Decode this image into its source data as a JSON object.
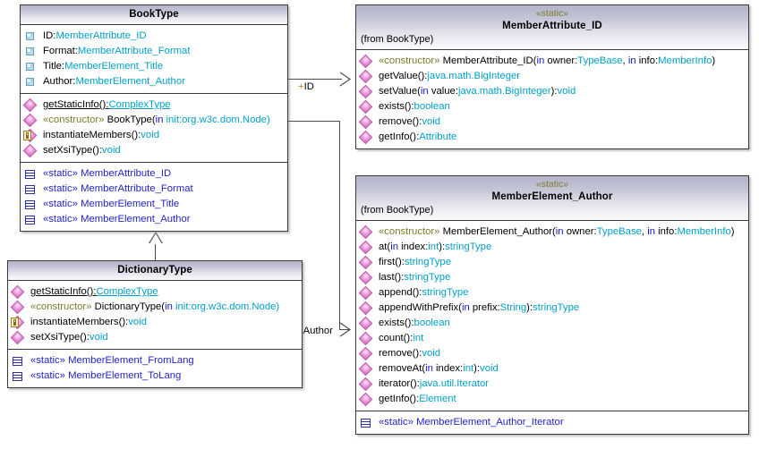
{
  "diagram": {
    "type": "uml-class-diagram",
    "background": "#ffffff",
    "colors": {
      "header_gradient_top": "#b3b3ca",
      "header_gradient_bottom": "#fbfbfd",
      "border": "#3a3a3a",
      "operation_icon": "#d96ec4",
      "attribute_icon": "#9fd3ef",
      "nested_icon": "#2d2dad",
      "stereotype_text": "#7d7b2a",
      "type_text": "#00a0c6",
      "keyword_text": "#1414d2",
      "nested_text": "#2323c8",
      "connector": "#4a4a4a",
      "plus_sign": "#c87a1e"
    }
  },
  "classes": {
    "booktype": {
      "name": "BookType",
      "attributes": [
        {
          "name": "ID:",
          "type": "MemberAttribute_ID"
        },
        {
          "name": "Format:",
          "type": "MemberAttribute_Format"
        },
        {
          "name": "Title:",
          "type": "MemberElement_Title"
        },
        {
          "name": "Author:",
          "type": "MemberElement_Author"
        }
      ],
      "operations": [
        {
          "icon": "operation-icon",
          "stereotype": "",
          "name": "getStaticInfo():",
          "ret": "ComplexType",
          "underline": true,
          "params": ""
        },
        {
          "icon": "operation-icon",
          "stereotype": "«constructor»",
          "name": "BookType(",
          "kw": "in",
          "params": " init:org.w3c.dom.Node)",
          "ret": "",
          "underline": false
        },
        {
          "icon": "operation-protected-icon",
          "stereotype": "",
          "name": "instantiateMembers():",
          "ret": "void",
          "underline": false,
          "params": ""
        },
        {
          "icon": "operation-icon",
          "stereotype": "",
          "name": "setXsiType():",
          "ret": "void",
          "underline": false,
          "params": ""
        }
      ],
      "nested": [
        {
          "stereotype": "«static»",
          "name": "MemberAttribute_ID"
        },
        {
          "stereotype": "«static»",
          "name": "MemberAttribute_Format"
        },
        {
          "stereotype": "«static»",
          "name": "MemberElement_Title"
        },
        {
          "stereotype": "«static»",
          "name": "MemberElement_Author"
        }
      ]
    },
    "dictionarytype": {
      "name": "DictionaryType",
      "operations": [
        {
          "icon": "operation-icon",
          "stereotype": "",
          "name": "getStaticInfo():",
          "ret": "ComplexType",
          "underline": true,
          "params": ""
        },
        {
          "icon": "operation-icon",
          "stereotype": "«constructor»",
          "name": "DictionaryType(",
          "kw": "in",
          "params": " init:org.w3c.dom.Node)",
          "ret": "",
          "underline": false
        },
        {
          "icon": "operation-protected-icon",
          "stereotype": "",
          "name": "instantiateMembers():",
          "ret": "void",
          "underline": false,
          "params": ""
        },
        {
          "icon": "operation-icon",
          "stereotype": "",
          "name": "setXsiType():",
          "ret": "void",
          "underline": false,
          "params": ""
        }
      ],
      "nested": [
        {
          "stereotype": "«static»",
          "name": "MemberElement_FromLang"
        },
        {
          "stereotype": "«static»",
          "name": "MemberElement_ToLang"
        }
      ]
    },
    "memberattribute_id": {
      "stereotype": "«static»",
      "name": "MemberAttribute_ID",
      "from": "(from BookType)",
      "operations": [
        {
          "stereotype": "«constructor»",
          "name": "MemberAttribute_ID(",
          "segments": [
            {
              "t": "in ",
              "c": "kw"
            },
            {
              "t": "owner:",
              "c": "plain"
            },
            {
              "t": "TypeBase",
              "c": "type"
            },
            {
              "t": ", ",
              "c": "plain"
            },
            {
              "t": "in ",
              "c": "kw"
            },
            {
              "t": "info:",
              "c": "plain"
            },
            {
              "t": "MemberInfo",
              "c": "type"
            },
            {
              "t": ")",
              "c": "plain"
            }
          ]
        },
        {
          "stereotype": "",
          "name": "getValue():",
          "segments": [
            {
              "t": "java.math.BigInteger",
              "c": "type"
            }
          ]
        },
        {
          "stereotype": "",
          "name": "setValue(",
          "segments": [
            {
              "t": "in ",
              "c": "kw"
            },
            {
              "t": "value:",
              "c": "plain"
            },
            {
              "t": "java.math.BigInteger",
              "c": "type"
            },
            {
              "t": "):",
              "c": "plain"
            },
            {
              "t": "void",
              "c": "type"
            }
          ]
        },
        {
          "stereotype": "",
          "name": "exists():",
          "segments": [
            {
              "t": "boolean",
              "c": "type"
            }
          ]
        },
        {
          "stereotype": "",
          "name": "remove():",
          "segments": [
            {
              "t": "void",
              "c": "type"
            }
          ]
        },
        {
          "stereotype": "",
          "name": "getInfo():",
          "segments": [
            {
              "t": "Attribute",
              "c": "type"
            }
          ]
        }
      ]
    },
    "memberelement_author": {
      "stereotype": "«static»",
      "name": "MemberElement_Author",
      "from": "(from BookType)",
      "operations": [
        {
          "stereotype": "«constructor»",
          "name": "MemberElement_Author(",
          "segments": [
            {
              "t": "in ",
              "c": "kw"
            },
            {
              "t": "owner:",
              "c": "plain"
            },
            {
              "t": "TypeBase",
              "c": "type"
            },
            {
              "t": ", ",
              "c": "plain"
            },
            {
              "t": "in ",
              "c": "kw"
            },
            {
              "t": "info:",
              "c": "plain"
            },
            {
              "t": "MemberInfo",
              "c": "type"
            },
            {
              "t": ")",
              "c": "plain"
            }
          ]
        },
        {
          "stereotype": "",
          "name": "at(",
          "segments": [
            {
              "t": "in ",
              "c": "kw"
            },
            {
              "t": "index:",
              "c": "plain"
            },
            {
              "t": "int",
              "c": "type"
            },
            {
              "t": "):",
              "c": "plain"
            },
            {
              "t": "stringType",
              "c": "type"
            }
          ]
        },
        {
          "stereotype": "",
          "name": "first():",
          "segments": [
            {
              "t": "stringType",
              "c": "type"
            }
          ]
        },
        {
          "stereotype": "",
          "name": "last():",
          "segments": [
            {
              "t": "stringType",
              "c": "type"
            }
          ]
        },
        {
          "stereotype": "",
          "name": "append():",
          "segments": [
            {
              "t": "stringType",
              "c": "type"
            }
          ]
        },
        {
          "stereotype": "",
          "name": "appendWithPrefix(",
          "segments": [
            {
              "t": "in ",
              "c": "kw"
            },
            {
              "t": "prefix:",
              "c": "plain"
            },
            {
              "t": "String",
              "c": "type"
            },
            {
              "t": "):",
              "c": "plain"
            },
            {
              "t": "stringType",
              "c": "type"
            }
          ]
        },
        {
          "stereotype": "",
          "name": "exists():",
          "segments": [
            {
              "t": "boolean",
              "c": "type"
            }
          ]
        },
        {
          "stereotype": "",
          "name": "count():",
          "segments": [
            {
              "t": "int",
              "c": "type"
            }
          ]
        },
        {
          "stereotype": "",
          "name": "remove():",
          "segments": [
            {
              "t": "void",
              "c": "type"
            }
          ]
        },
        {
          "stereotype": "",
          "name": "removeAt(",
          "segments": [
            {
              "t": "in ",
              "c": "kw"
            },
            {
              "t": "index:",
              "c": "plain"
            },
            {
              "t": "int",
              "c": "type"
            },
            {
              "t": "):",
              "c": "plain"
            },
            {
              "t": "void",
              "c": "type"
            }
          ]
        },
        {
          "stereotype": "",
          "name": "iterator():",
          "segments": [
            {
              "t": "java.util.Iterator",
              "c": "type"
            }
          ]
        },
        {
          "stereotype": "",
          "name": "getInfo():",
          "segments": [
            {
              "t": "Element",
              "c": "type"
            }
          ]
        }
      ],
      "nested": [
        {
          "stereotype": "«static»",
          "name": "MemberElement_Author_Iterator"
        }
      ]
    }
  },
  "connectors": [
    {
      "id": "id-assoc",
      "label_plus": "+",
      "label": "ID",
      "from": "BookType",
      "to": "MemberAttribute_ID",
      "kind": "association-directed"
    },
    {
      "id": "author-assoc",
      "label_plus": "+",
      "label": "Author",
      "from": "BookType",
      "to": "MemberElement_Author",
      "kind": "association-directed"
    },
    {
      "id": "generalization",
      "label_plus": "",
      "label": "",
      "from": "DictionaryType",
      "to": "BookType",
      "kind": "generalization"
    }
  ]
}
